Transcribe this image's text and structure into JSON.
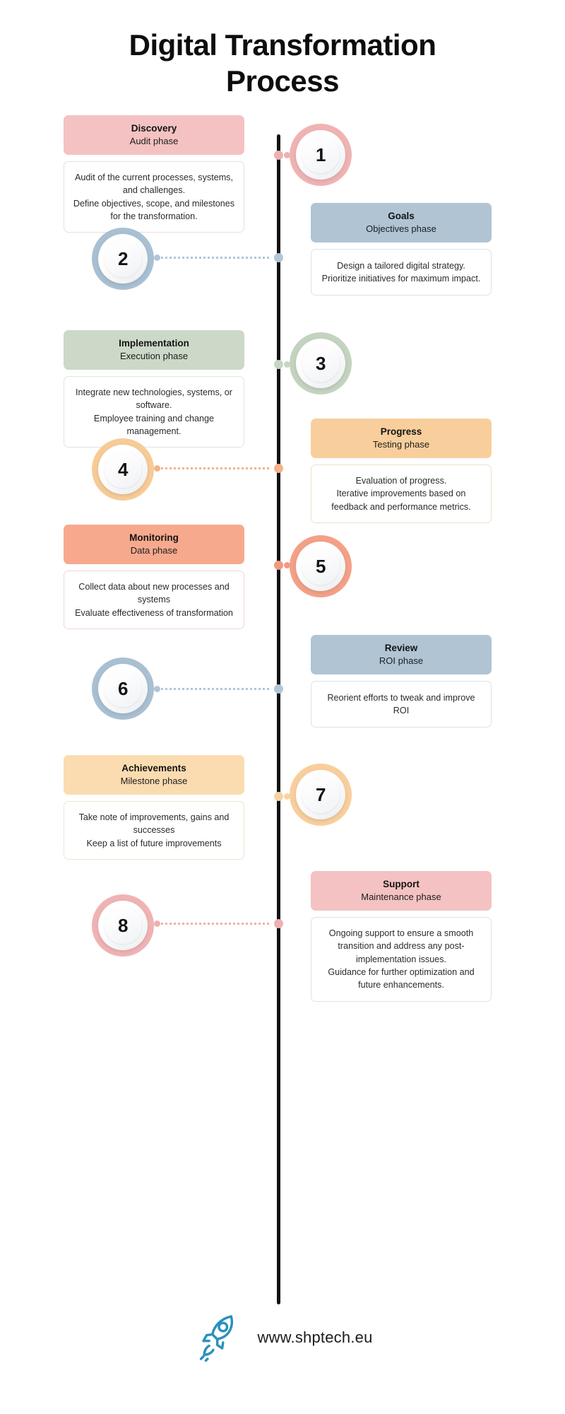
{
  "title": {
    "line1": "Digital Transformation",
    "line2": "Process"
  },
  "steps": [
    {
      "number": "1",
      "side": "left",
      "color": "#f4c2c2",
      "ring_color": "#f0b3b3",
      "accent": "#eeb0b0",
      "border": "#eddcdc",
      "heading": "Discovery",
      "subheading": "Audit phase",
      "body": "Audit of the current processes, systems, and challenges.\nDefine objectives, scope, and milestones for the transformation."
    },
    {
      "number": "2",
      "side": "right",
      "color": "#b0c4d4",
      "ring_color": "#a9c0d2",
      "accent": "#b2c6d6",
      "border": "#dbe3ea",
      "heading": "Goals",
      "subheading": "Objectives phase",
      "body": "Design a tailored digital strategy.\nPrioritize initiatives for maximum impact."
    },
    {
      "number": "3",
      "side": "left",
      "color": "#ccd8c8",
      "ring_color": "#c4d3bf",
      "accent": "#c7d6c2",
      "border": "#dfe6db",
      "heading": "Implementation",
      "subheading": "Execution phase",
      "body": "Integrate new technologies, systems, or software.\nEmployee training and change management."
    },
    {
      "number": "4",
      "side": "right",
      "color": "#f8cf9c",
      "ring_color": "#f7cb96",
      "accent": "#f2b38a",
      "border": "#eee0cb",
      "heading": "Progress",
      "subheading": "Testing phase",
      "body": "Evaluation of progress.\nIterative improvements based on feedback and performance metrics."
    },
    {
      "number": "5",
      "side": "left",
      "color": "#f7a98d",
      "ring_color": "#f4a087",
      "accent": "#f09a80",
      "border": "#efd8d0",
      "heading": "Monitoring",
      "subheading": "Data phase",
      "body": "Collect data about new processes and systems\nEvaluate effectiveness of transformation"
    },
    {
      "number": "6",
      "side": "right",
      "color": "#b0c4d4",
      "ring_color": "#a9c0d2",
      "accent": "#b2c6d6",
      "border": "#dbe3ea",
      "heading": "Review",
      "subheading": "ROI phase",
      "body": "Reorient efforts to tweak and improve ROI"
    },
    {
      "number": "7",
      "side": "left",
      "color": "#fadcb0",
      "ring_color": "#f8cf9c",
      "accent": "#f7d3a4",
      "border": "#f0e4d3",
      "heading": "Achievements",
      "subheading": "Milestone phase",
      "body": "Take note of improvements, gains and successes\nKeep a list of future improvements"
    },
    {
      "number": "8",
      "side": "right",
      "color": "#f4c2c2",
      "ring_color": "#f0b3b3",
      "accent": "#eeb0b0",
      "border": "#e5e0df",
      "heading": "Support",
      "subheading": "Maintenance phase",
      "body": "Ongoing support to ensure a smooth transition and address any post-implementation issues.\nGuidance for further optimization and future enhancements."
    }
  ],
  "footer": {
    "url": "www.shptech.eu",
    "logo_icon": "rocket-icon",
    "logo_color": "#2b91bd"
  }
}
